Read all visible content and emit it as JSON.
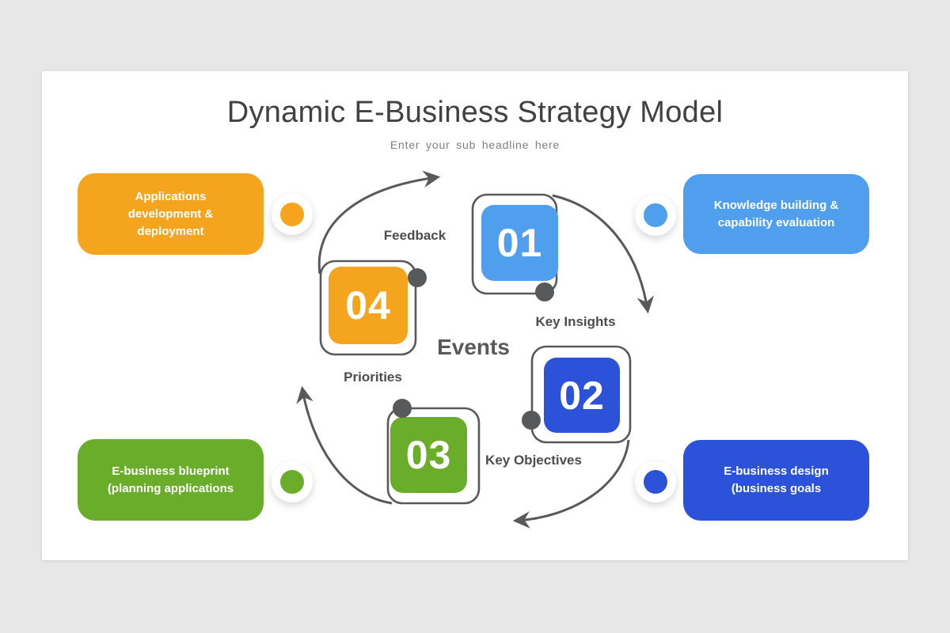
{
  "slide": {
    "title": "Dynamic E-Business Strategy Model",
    "subtitle": "Enter your sub headline here"
  },
  "colors": {
    "orange": "#F5A41D",
    "light_blue": "#4F9FEE",
    "green": "#69AD2A",
    "royal_blue": "#2B52D8",
    "arrow_gray": "#58595B",
    "background": "#E8E7E7",
    "card": "#FFFFFF"
  },
  "center": {
    "events_label": "Events",
    "steps": [
      {
        "number": "01",
        "color": "#4F9FEE"
      },
      {
        "number": "02",
        "color": "#2B52D8"
      },
      {
        "number": "03",
        "color": "#69AD2A"
      },
      {
        "number": "04",
        "color": "#F5A41D"
      }
    ],
    "flow_labels": [
      {
        "text": "Feedback"
      },
      {
        "text": "Key Insights"
      },
      {
        "text": "Key Objectives"
      },
      {
        "text": "Priorities"
      }
    ]
  },
  "cards": [
    {
      "position": "top-left",
      "text": "Applications development & deployment",
      "color": "#F5A41D"
    },
    {
      "position": "top-right",
      "text": "Knowledge building & capability evaluation",
      "color": "#4F9FEE"
    },
    {
      "position": "bottom-left",
      "text": "E-business blueprint (planning applications",
      "color": "#69AD2A"
    },
    {
      "position": "bottom-right",
      "text": "E-business design (business goals",
      "color": "#2B52D8"
    }
  ]
}
